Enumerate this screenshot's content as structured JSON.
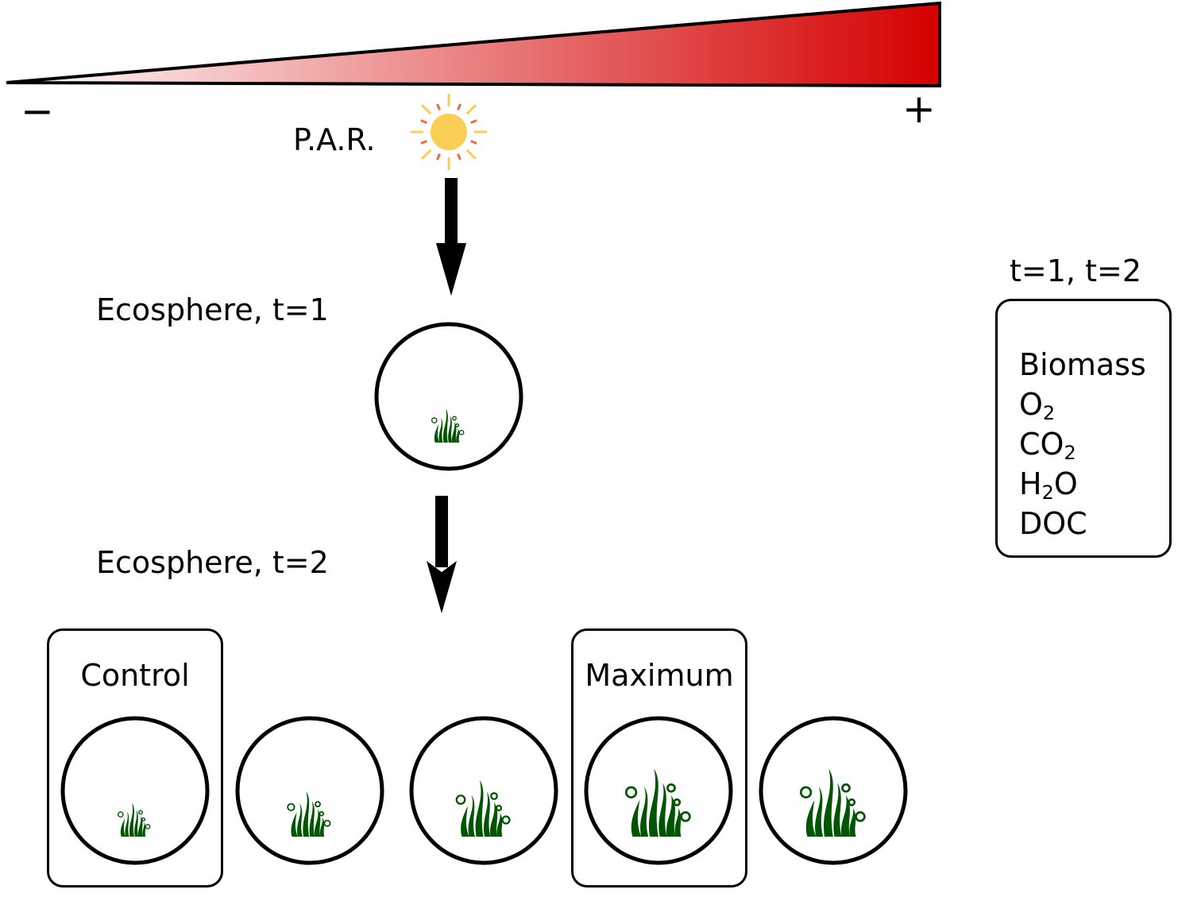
{
  "gradient": {
    "minus_label": "−",
    "plus_label": "+",
    "color_low": "#ffffff",
    "color_high": "#d40000"
  },
  "light": {
    "label": "P.A.R.",
    "sun_color": "#f8cf54",
    "ray_color_long": "#f8cf54",
    "ray_color_short": "#f06a3a"
  },
  "stages": {
    "t1_label": "Ecosphere, t=1",
    "t2_label": "Ecosphere, t=2"
  },
  "treatments": {
    "control_label": "Control",
    "maximum_label": "Maximum",
    "plant_color": "#005500",
    "growth_levels": [
      0.45,
      0.6,
      0.75,
      0.9,
      0.9
    ]
  },
  "measurements": {
    "time_label": "t=1, t=2",
    "items": [
      {
        "base": "Biomass"
      },
      {
        "base": "O",
        "sub": "2",
        "tail": ""
      },
      {
        "base": "CO",
        "sub": "2",
        "tail": ""
      },
      {
        "base": "H",
        "sub": "2",
        "tail": "O"
      },
      {
        "base": "DOC"
      }
    ]
  }
}
